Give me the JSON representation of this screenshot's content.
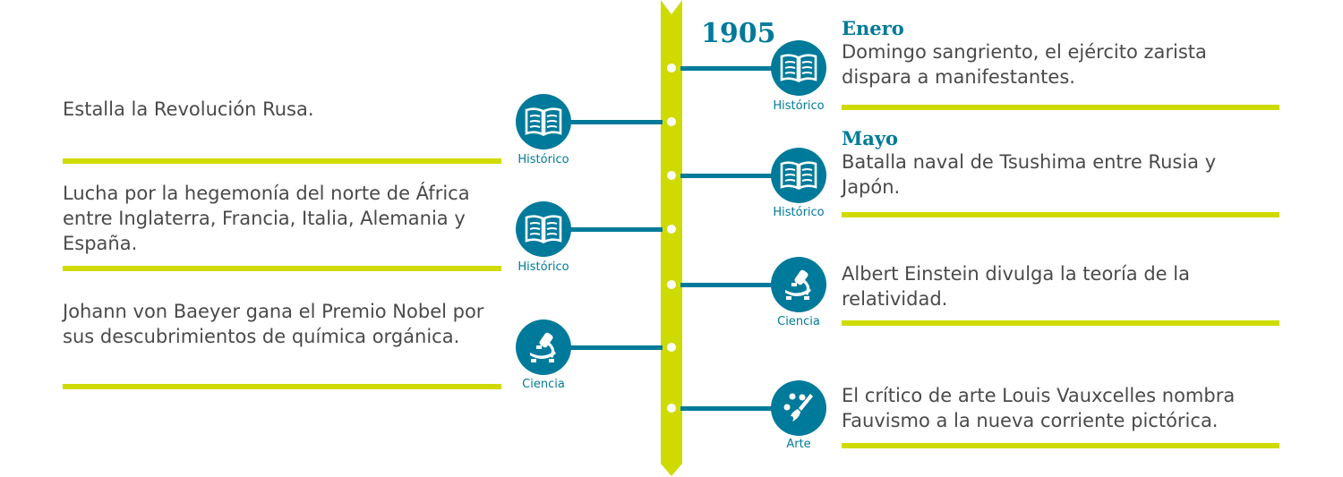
{
  "year": "1905",
  "colors": {
    "accent": "#007a9a",
    "lime": "#cfdb00",
    "text": "#4a4a4a"
  },
  "left_events": [
    {
      "text": "Estalla la Revolución Rusa.",
      "category": "Histórico",
      "icon": "book-icon"
    },
    {
      "text": "Lucha por la hegemonía del norte de África entre Inglaterra, Francia, Italia, Alemania y España.",
      "category": "Histórico",
      "icon": "book-icon"
    },
    {
      "text": "Johann von Baeyer gana el Premio Nobel por sus descubrimientos de química orgánica.",
      "category": "Ciencia",
      "icon": "microscope-icon"
    }
  ],
  "right_events": [
    {
      "month": "Enero",
      "text": "Domingo sangriento, el ejército zarista dispara a manifestantes.",
      "category": "Histórico",
      "icon": "book-icon"
    },
    {
      "month": "Mayo",
      "text": "Batalla naval de Tsushima entre Rusia y Japón.",
      "category": "Histórico",
      "icon": "book-icon"
    },
    {
      "text": "Albert Einstein divulga la teoría de la relatividad.",
      "category": "Ciencia",
      "icon": "microscope-icon"
    },
    {
      "text": "El crítico de arte Louis Vauxcelles nombra Fauvismo a la nueva corriente pictórica.",
      "category": "Arte",
      "icon": "palette-icon"
    }
  ]
}
